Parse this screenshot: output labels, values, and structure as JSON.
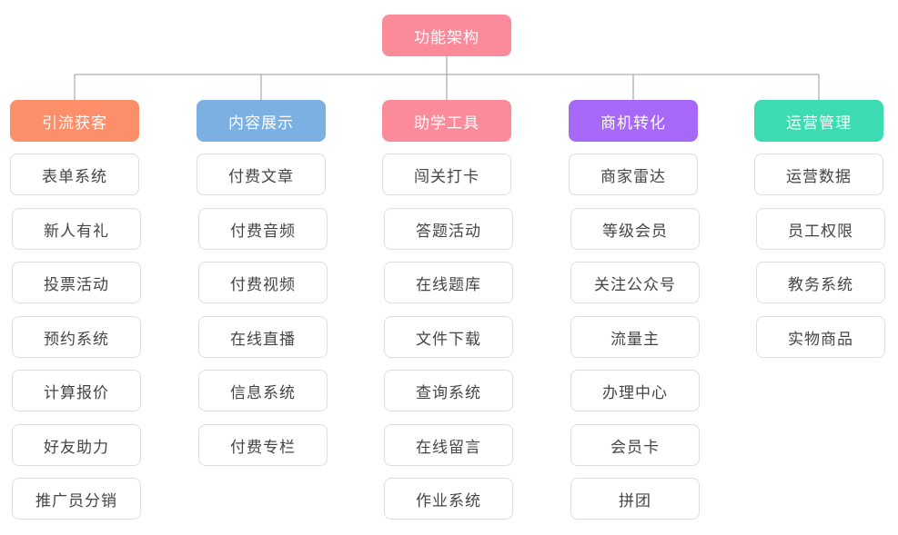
{
  "root": {
    "label": "功能架构",
    "color": "#fb8a9a"
  },
  "categories": [
    {
      "label": "引流获客",
      "color": "#fc8f6a",
      "items": [
        "表单系统",
        "新人有礼",
        "投票活动",
        "预约系统",
        "计算报价",
        "好友助力",
        "推广员分销"
      ]
    },
    {
      "label": "内容展示",
      "color": "#7cb0e2",
      "items": [
        "付费文章",
        "付费音频",
        "付费视频",
        "在线直播",
        "信息系统",
        "付费专栏"
      ]
    },
    {
      "label": "助学工具",
      "color": "#fb8a9a",
      "items": [
        "闯关打卡",
        "答题活动",
        "在线题库",
        "文件下载",
        "查询系统",
        "在线留言",
        "作业系统"
      ]
    },
    {
      "label": "商机转化",
      "color": "#a767f7",
      "items": [
        "商家雷达",
        "等级会员",
        "关注公众号",
        "流量主",
        "办理中心",
        "会员卡",
        "拼团"
      ]
    },
    {
      "label": "运营管理",
      "color": "#3ddbb1",
      "items": [
        "运营数据",
        "员工权限",
        "教务系统",
        "实物商品"
      ]
    }
  ]
}
